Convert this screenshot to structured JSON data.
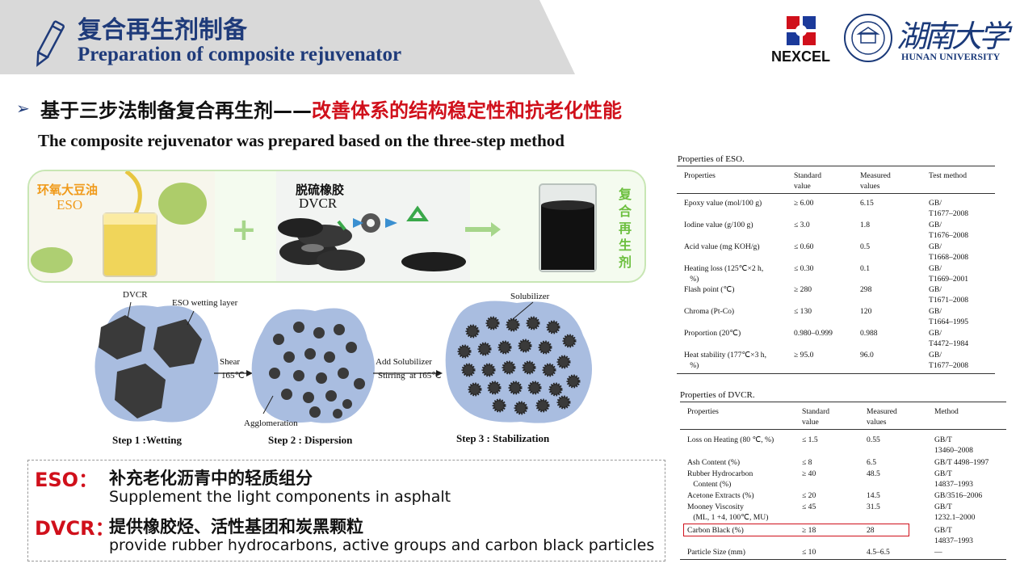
{
  "header": {
    "title_zh": "复合再生剂制备",
    "title_en": "Preparation of composite rejuvenator",
    "logo_nexcel": "NEXCEL",
    "university_zh": "湖南大学",
    "university_en": "HUNAN UNIVERSITY",
    "colors": {
      "title": "#1f3b7a",
      "band": "#d9d9d9",
      "accent_red": "#d0101b"
    }
  },
  "subtitle": {
    "bullet": "➢",
    "zh_main": "基于三步法制备复合再生剂——",
    "zh_red": "改善体系的结构稳定性和抗老化性能",
    "en": "The composite rejuvenator was prepared based on the three-step method"
  },
  "materials": {
    "eso_zh": "环氧大豆油",
    "eso_en": "ESO",
    "dvcr_zh": "脱硫橡胶",
    "dvcr_en": "DVCR",
    "plus": "+",
    "product_zh": [
      "复",
      "合",
      "再",
      "生",
      "剂"
    ]
  },
  "process": {
    "labels": {
      "dvcr": "DVCR",
      "wetting_layer": "ESO wetting layer",
      "shear": "Shear",
      "temp1": "165℃",
      "add_solubilizer": "Add Solubilizer",
      "stirring": "Stirring  at 165℃",
      "agglomeration": "Agglomeration",
      "solubilizer": "Solubilizer"
    },
    "steps": [
      "Step 1 :Wetting",
      "Step 2 : Dispersion",
      "Step 3 : Stabilization"
    ]
  },
  "notes": {
    "eso_key": "ESO：",
    "eso_zh": "补充老化沥青中的轻质组分",
    "eso_en": "Supplement the light components in asphalt",
    "dvcr_key": "DVCR：",
    "dvcr_zh": "提供橡胶烃、活性基团和炭黑颗粒",
    "dvcr_en": "provide rubber hydrocarbons, active groups and carbon black particles"
  },
  "eso_table": {
    "title": "Properties of ESO.",
    "headers": [
      "Properties",
      "Standard\nvalue",
      "Measured\nvalues",
      "Test method"
    ],
    "rows": [
      [
        "Epoxy value (mol/100 g)",
        "≥ 6.00",
        "6.15",
        "GB/\nT1677–2008"
      ],
      [
        "Iodine value (g/100 g)",
        "≤ 3.0",
        "1.8",
        "GB/\nT1676–2008"
      ],
      [
        "Acid value (mg KOH/g)",
        "≤ 0.60",
        "0.5",
        "GB/\nT1668–2008"
      ],
      [
        "Heating loss (125℃×2 h,\n   %)",
        "≤ 0.30",
        "0.1",
        "GB/\nT1669–2001"
      ],
      [
        "Flash point (℃)",
        "≥ 280",
        "298",
        "GB/\nT1671–2008"
      ],
      [
        "Chroma (Pt-Co)",
        "≤ 130",
        "120",
        "GB/\nT1664–1995"
      ],
      [
        "Proportion (20℃)",
        "0.980–0.999",
        "0.988",
        "GB/\nT4472–1984"
      ],
      [
        "Heat stability (177℃×3 h,\n   %)",
        "≥ 95.0",
        "96.0",
        "GB/\nT1677–2008"
      ]
    ]
  },
  "dvcr_table": {
    "title": "Properties of DVCR.",
    "headers": [
      "Properties",
      "Standard\nvalue",
      "Measured\nvalues",
      "Method"
    ],
    "rows": [
      [
        "Loss on Heating (80 ℃, %)",
        "≤ 1.5",
        "0.55",
        "GB/T\n13460–2008"
      ],
      [
        "Ash Content (%)",
        "≤ 8",
        "6.5",
        "GB/T 4498–1997"
      ],
      [
        "Rubber Hydrocarbon\n   Content (%)",
        "≥ 40",
        "48.5",
        "GB/T\n14837–1993"
      ],
      [
        "Acetone Extracts (%)",
        "≤ 20",
        "14.5",
        "GB/3516–2006"
      ],
      [
        "Mooney Viscosity\n   (ML, 1 +4, 100℃, MU)",
        "≤ 45",
        "31.5",
        "GB/T\n1232.1–2000"
      ],
      [
        "Carbon Black (%)",
        "≥ 18",
        "28",
        "GB/T\n14837–1993"
      ],
      [
        "Particle Size (mm)",
        "≤ 10",
        "4.5–6.5",
        "—"
      ]
    ],
    "highlight_row": 5
  }
}
